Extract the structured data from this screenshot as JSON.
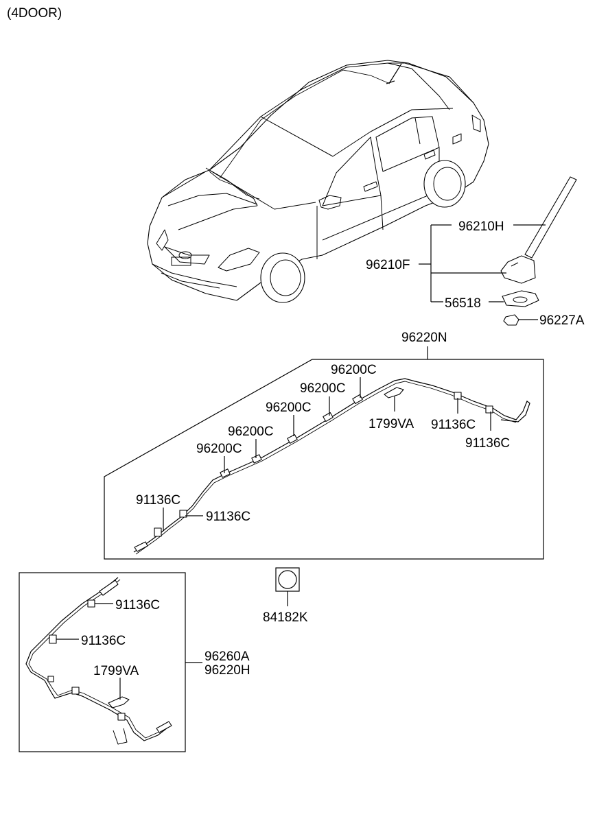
{
  "variant_label": "(4DOOR)",
  "parts": {
    "p96210H": "96210H",
    "p96210F": "96210F",
    "p56518": "56518",
    "p96227A": "96227A",
    "p96220N": "96220N",
    "p96200C_1": "96200C",
    "p96200C_2": "96200C",
    "p96200C_3": "96200C",
    "p96200C_4": "96200C",
    "p96200C_5": "96200C",
    "p1799VA_1": "1799VA",
    "p91136C_1": "91136C",
    "p91136C_2": "91136C",
    "p91136C_3": "91136C",
    "p91136C_4": "91136C",
    "p84182K": "84182K",
    "p91136C_5": "91136C",
    "p91136C_6": "91136C",
    "p1799VA_2": "1799VA",
    "p96260A": "96260A",
    "p96220H": "96220H"
  }
}
